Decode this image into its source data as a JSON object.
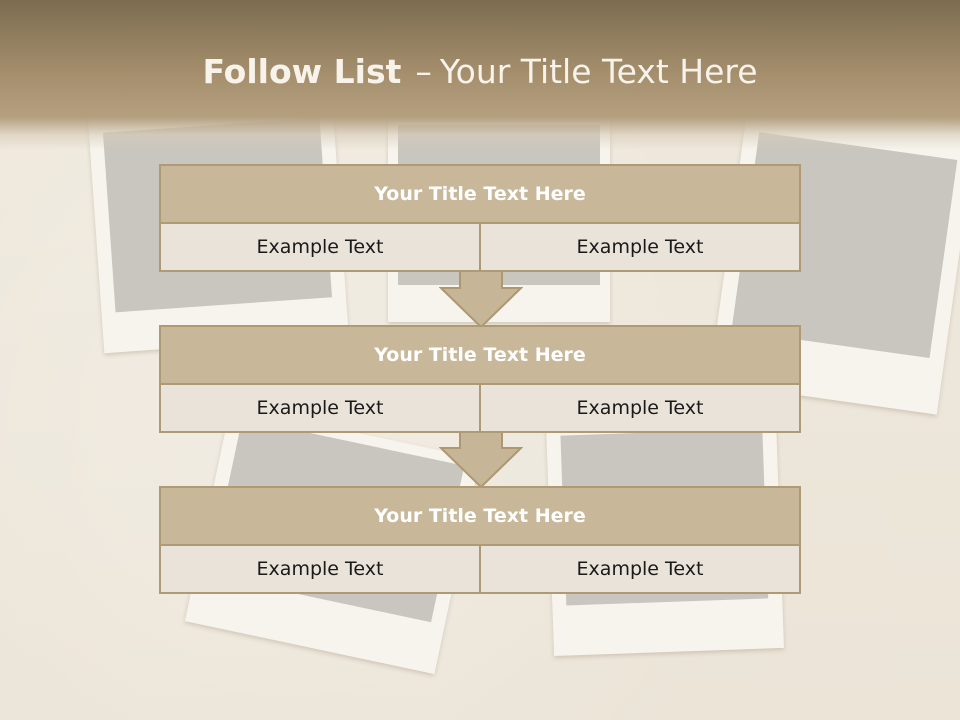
{
  "header": {
    "title_bold": "Follow List",
    "title_separator": "–",
    "title_rest": "Your Title Text Here"
  },
  "blocks": [
    {
      "title": "Your Title Text Here",
      "cells": [
        "Example Text",
        "Example Text"
      ]
    },
    {
      "title": "Your Title Text Here",
      "cells": [
        "Example Text",
        "Example Text"
      ]
    },
    {
      "title": "Your Title Text Here",
      "cells": [
        "Example Text",
        "Example Text"
      ]
    }
  ],
  "colors": {
    "header_dark": "#7c6c50",
    "header_light": "#b49f7f",
    "title_cell": "#c8b799",
    "body_cell": "#e9e3d9",
    "border": "#ae9a75",
    "background": "#ece6db"
  }
}
